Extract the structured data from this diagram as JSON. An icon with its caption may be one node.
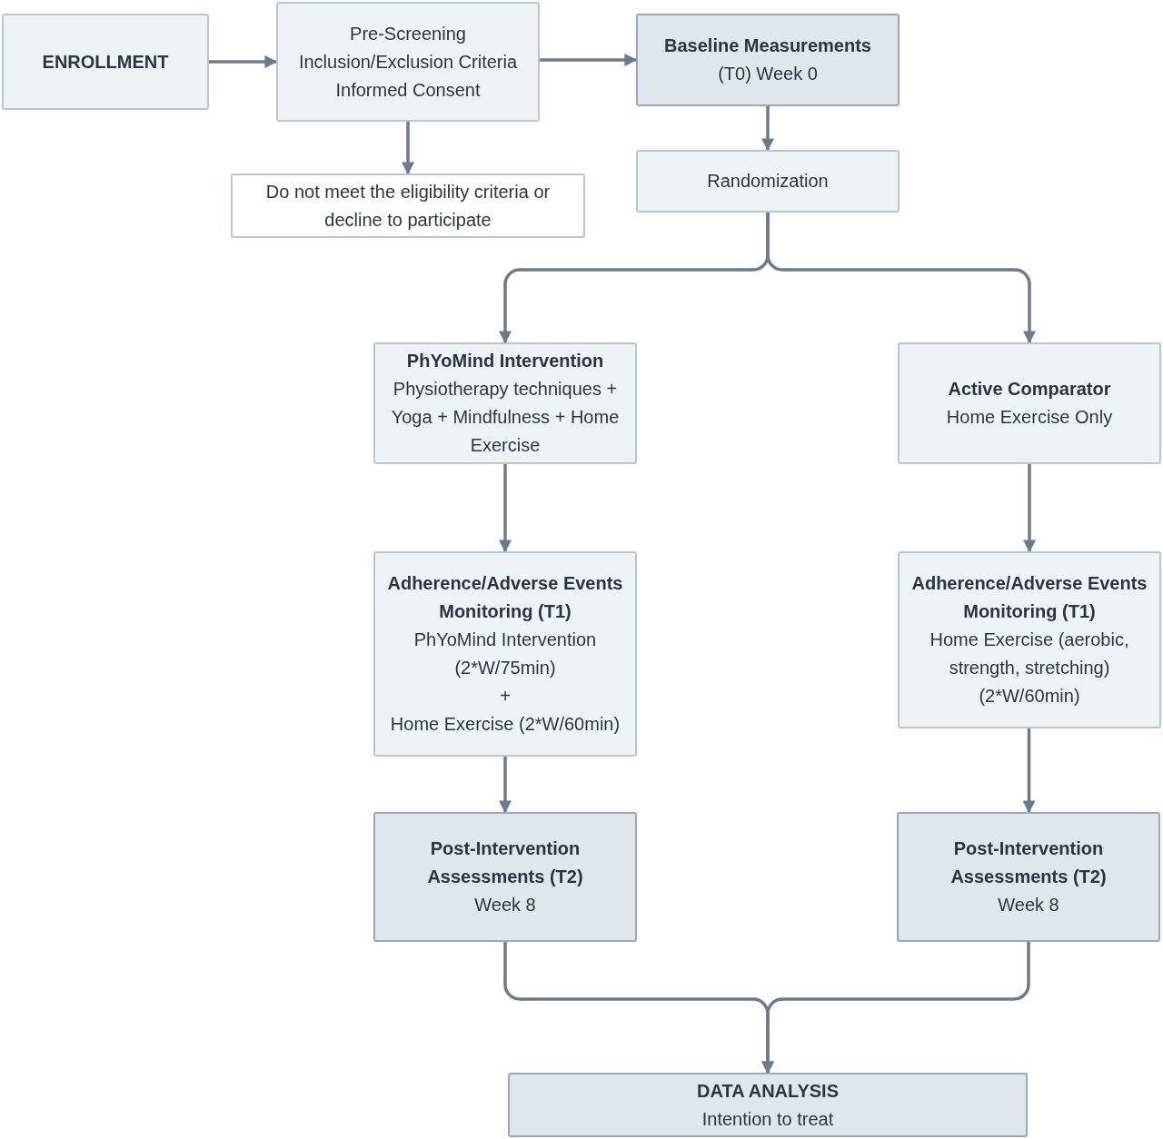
{
  "diagram": {
    "nodes": [
      {
        "text": [
          "ENROLLMENT"
        ]
      },
      {
        "text": [
          "Pre-Screening",
          "Inclusion/Exclusion Criteria",
          "Informed Consent"
        ]
      },
      {
        "text": [
          "Baseline Measurements",
          "(T0) Week 0"
        ]
      },
      {
        "text": [
          "Do not meet the eligibility criteria or decline to participate"
        ]
      },
      {
        "text": [
          "Randomization"
        ]
      },
      {
        "text": [
          "PhYoMind Intervention",
          "Physiotherapy techniques + Yoga + Mindfulness + Home Exercise"
        ]
      },
      {
        "text": [
          "Active Comparator",
          "Home Exercise Only"
        ]
      },
      {
        "text": [
          "Adherence/Adverse Events Monitoring (T1)",
          "PhYoMind Intervention (2*W/75min)",
          "+",
          "Home Exercise (2*W/60min)"
        ]
      },
      {
        "text": [
          "Adherence/Adverse Events Monitoring (T1)",
          "Home Exercise (aerobic, strength, stretching) (2*W/60min)"
        ]
      },
      {
        "text": [
          "Post-Intervention Assessments (T2)",
          "Week 8"
        ]
      },
      {
        "text": [
          "Post-Intervention Assessments (T2)",
          "Week 8"
        ]
      },
      {
        "text": [
          "DATA ANALYSIS",
          "Intention to treat"
        ]
      }
    ],
    "edges": [
      {
        "from": 0,
        "to": 1,
        "arrow": "to"
      },
      {
        "from": 1,
        "to": 2,
        "arrow": "to"
      },
      {
        "from": 1,
        "to": 3,
        "arrow": "to"
      },
      {
        "from": 2,
        "to": 4,
        "arrow": "to"
      },
      {
        "from": 4,
        "to": 5,
        "arrow": "to"
      },
      {
        "from": 4,
        "to": 6,
        "arrow": "to"
      },
      {
        "from": 5,
        "to": 7,
        "arrow": "to"
      },
      {
        "from": 6,
        "to": 8,
        "arrow": "to"
      },
      {
        "from": 7,
        "to": 9,
        "arrow": "to"
      },
      {
        "from": 8,
        "to": 10,
        "arrow": "to"
      },
      {
        "from": 9,
        "to": 11,
        "arrow": "to"
      },
      {
        "from": 10,
        "to": 11,
        "arrow": "to"
      }
    ]
  }
}
